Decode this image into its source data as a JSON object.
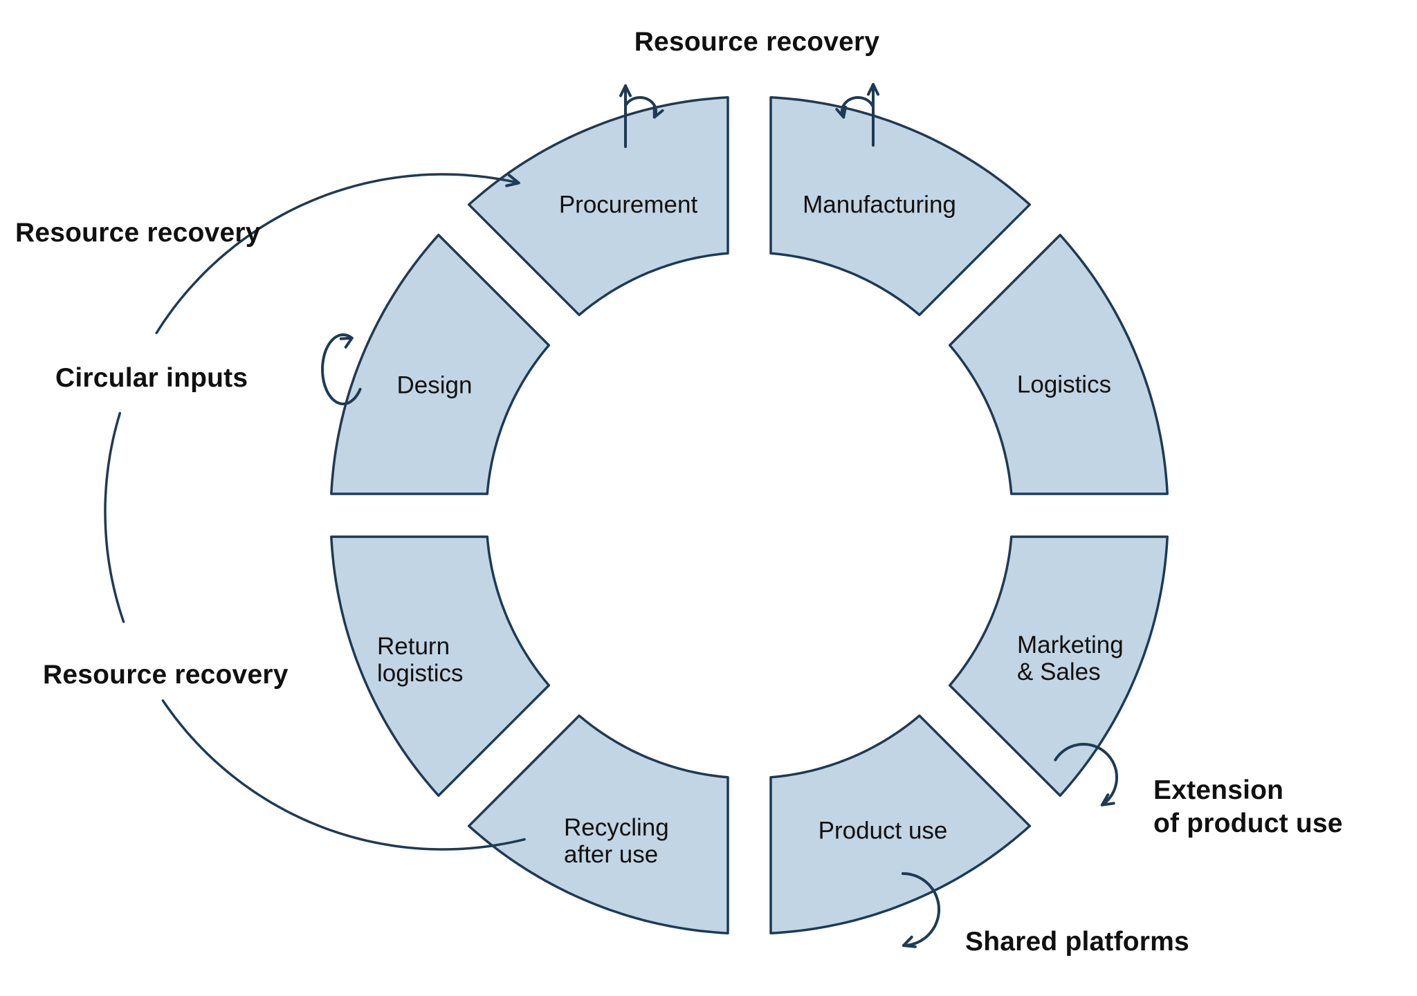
{
  "diagram": {
    "title": "Resource recovery",
    "segments": [
      {
        "id": "procurement",
        "label": "Procurement"
      },
      {
        "id": "manufacturing",
        "label": "Manufacturing"
      },
      {
        "id": "logistics",
        "label": "Logistics"
      },
      {
        "id": "marketing-sales",
        "label": "Marketing\n& Sales"
      },
      {
        "id": "product-use",
        "label": "Product use"
      },
      {
        "id": "recycling-after-use",
        "label": "Recycling\nafter use"
      },
      {
        "id": "return-logistics",
        "label": "Return\nlogistics"
      },
      {
        "id": "design",
        "label": "Design"
      }
    ],
    "annotations": {
      "resource_recovery_top": "Resource recovery",
      "resource_recovery_left": "Resource recovery",
      "circular_inputs": "Circular inputs",
      "resource_recovery_bottom": "Resource recovery",
      "extension_of_product_use": "Extension\nof product use",
      "shared_platforms": "Shared platforms"
    },
    "arrows": [
      "resource-recovery-loop-arc-top",
      "resource-recovery-loop-arc-left",
      "resource-recovery-loop-arc-bottom",
      "procurement-recovery-arrow",
      "procurement-loop-arrow",
      "manufacturing-recovery-arrow",
      "manufacturing-loop-arrow",
      "design-loop-arrow",
      "extension-of-product-use-arrow",
      "shared-platforms-arrow"
    ],
    "colors": {
      "segment_fill": "#c2d5e4",
      "outline": "#1e3a54",
      "text": "#101010",
      "background": "#ffffff"
    }
  }
}
